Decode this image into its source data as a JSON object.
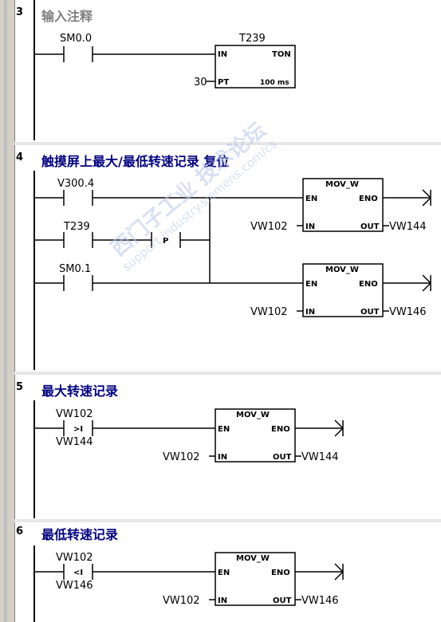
{
  "networks": [
    {
      "number": "3",
      "title": "输入注释"
    },
    {
      "number": "4",
      "title": "触摸屏上最大/最低转速记录 复位"
    },
    {
      "number": "5",
      "title": "最大转速记录"
    },
    {
      "number": "6",
      "title": "最低转速记录"
    }
  ],
  "n3": {
    "contact": "SM0.0",
    "timer_name": "T239",
    "timer_type": "TON",
    "pin_in": "IN",
    "pin_pt": "PT",
    "pt_value": "30",
    "resolution": "100 ms"
  },
  "n4": {
    "contact1": "V300.4",
    "contact2": "T239",
    "p_label": "P",
    "contact3": "SM0.1",
    "box1": {
      "title": "MOV_W",
      "en": "EN",
      "eno": "ENO",
      "in": "IN",
      "out": "OUT",
      "in_val": "VW102",
      "out_val": "VW144"
    },
    "box2": {
      "title": "MOV_W",
      "en": "EN",
      "eno": "ENO",
      "in": "IN",
      "out": "OUT",
      "in_val": "VW102",
      "out_val": "VW146"
    }
  },
  "n5": {
    "cmp_top": "VW102",
    "cmp_op": ">I",
    "cmp_bottom": "VW144",
    "box": {
      "title": "MOV_W",
      "en": "EN",
      "eno": "ENO",
      "in": "IN",
      "out": "OUT",
      "in_val": "VW102",
      "out_val": "VW144"
    }
  },
  "n6": {
    "cmp_top": "VW102",
    "cmp_op": "<I",
    "cmp_bottom": "VW146",
    "box": {
      "title": "MOV_W",
      "en": "EN",
      "eno": "ENO",
      "in": "IN",
      "out": "OUT",
      "in_val": "VW102",
      "out_val": "VW146"
    }
  },
  "watermark": {
    "main": "西门子工业 技术论坛",
    "sub": "support.industry.siemens.com/cs"
  }
}
